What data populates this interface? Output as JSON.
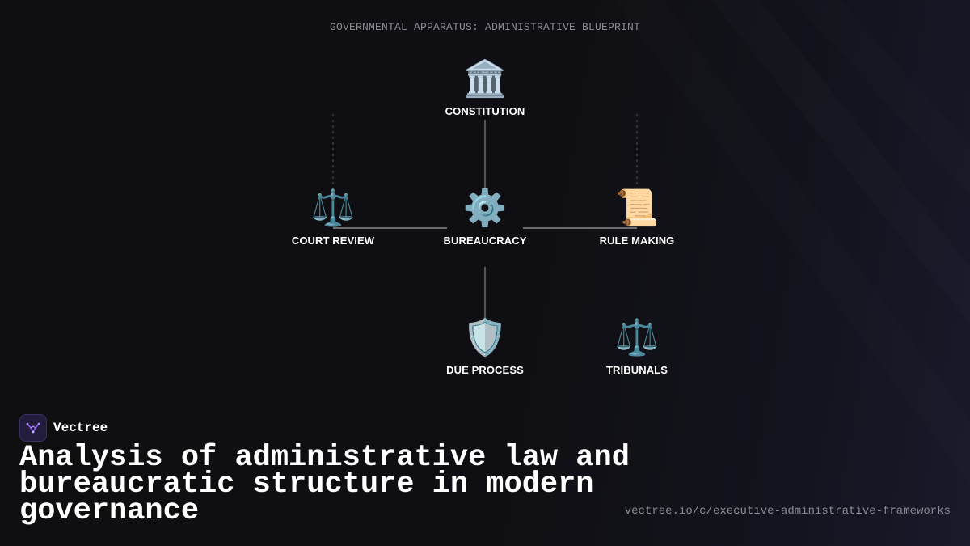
{
  "diagram": {
    "title": "GOVERNMENTAL APPARATUS: ADMINISTRATIVE BLUEPRINT",
    "nodes": [
      {
        "id": "constitution",
        "icon": "classical-building-icon",
        "glyph": "🏛️",
        "label": "CONSTITUTION"
      },
      {
        "id": "court-review",
        "icon": "balance-scale-icon",
        "glyph": "⚖️",
        "label": "COURT REVIEW"
      },
      {
        "id": "bureaucracy",
        "icon": "gear-icon",
        "glyph": "⚙️",
        "label": "BUREAUCRACY"
      },
      {
        "id": "rule-making",
        "icon": "scroll-icon",
        "glyph": "📜",
        "label": "RULE MAKING"
      },
      {
        "id": "due-process",
        "icon": "shield-icon",
        "glyph": "🛡️",
        "label": "DUE PROCESS"
      },
      {
        "id": "tribunals",
        "icon": "balance-scale-icon",
        "glyph": "⚖️",
        "label": "TRIBUNALS"
      }
    ],
    "edges": [
      {
        "from": "constitution",
        "to": "bureaucracy",
        "style": "solid"
      },
      {
        "from": "bureaucracy",
        "to": "court-review",
        "style": "solid"
      },
      {
        "from": "bureaucracy",
        "to": "rule-making",
        "style": "solid"
      },
      {
        "from": "bureaucracy",
        "to": "due-process",
        "style": "solid"
      },
      {
        "from": "court-review",
        "to": "constitution",
        "style": "dashed"
      },
      {
        "from": "rule-making",
        "to": "constitution",
        "style": "dashed"
      }
    ]
  },
  "brand": {
    "name": "Vectree",
    "logo_icon": "vectree-logo-icon",
    "accent": "#8b5cf6"
  },
  "headline": "Analysis of administrative law and bureaucratic structure in modern governance",
  "source_url": "vectree.io/c/executive-administrative-frameworks",
  "colors": {
    "background": "#0f0f12",
    "text": "#ffffff",
    "muted_text": "#8d8d96",
    "connector": "#6b6b70",
    "dashed_connector": "#55555b"
  }
}
